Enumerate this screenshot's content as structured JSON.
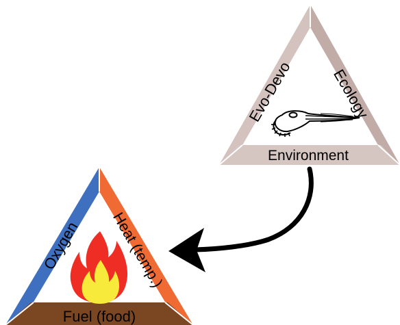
{
  "eco_triangle": {
    "left_label": "Evo-Devo",
    "right_label": "Ecology",
    "bottom_label": "Environment",
    "centre_icon": "fish-larva-icon"
  },
  "fire_triangle": {
    "left_label": "Oxygen",
    "right_label": "Heat (temp.)",
    "bottom_label": "Fuel (food)",
    "centre_icon": "flame-icon"
  },
  "connector": {
    "icon": "curved-arrow-icon"
  },
  "colors": {
    "eco_frame": "#c9b5b1",
    "eco_frame_light": "#d9c9c6",
    "eco_bottom": "#d3c2be",
    "oxygen": "#3f70c0",
    "heat": "#f06b34",
    "fuel": "#7b4723",
    "flame_outer": "#ee2d24",
    "flame_inner": "#f7ea3a",
    "arrow": "#000000"
  }
}
